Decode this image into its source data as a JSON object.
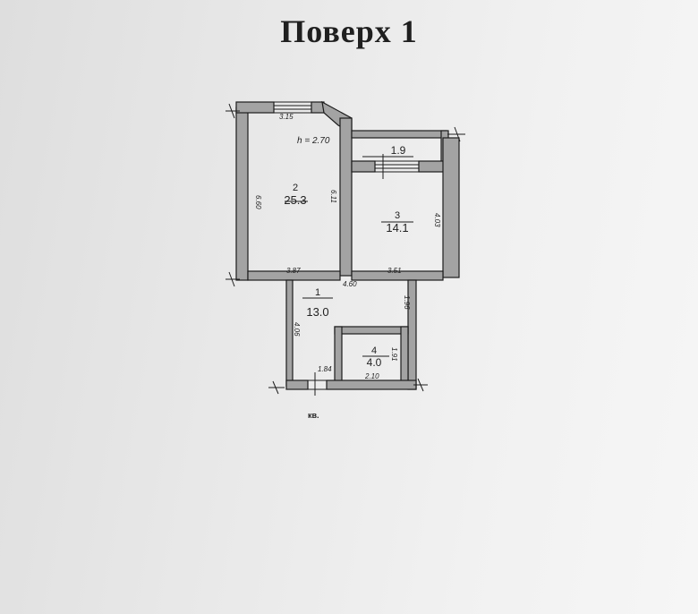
{
  "title": "Поверх   1",
  "apartment_label": "кв.",
  "ceiling_height": "h = 2.70",
  "rooms": [
    {
      "number": "2",
      "area": "25.3"
    },
    {
      "number": "3",
      "area": "14.1"
    },
    {
      "number": "1",
      "area": "13.0"
    },
    {
      "number": "4",
      "area": "4.0"
    },
    {
      "area": "1.9"
    }
  ],
  "dimensions": [
    "3.15",
    "6.60",
    "6.11",
    "4.03",
    "3.87",
    "4.60",
    "3.51",
    "1.96",
    "4.06",
    "1.91",
    "1.84",
    "2.10"
  ],
  "colors": {
    "wall": "#9a9a9a",
    "line": "#1c1c1c"
  }
}
